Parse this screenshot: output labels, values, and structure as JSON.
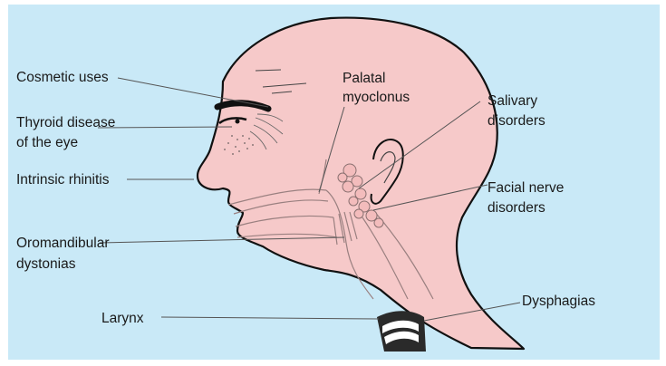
{
  "colors": {
    "background": "#c9e9f7",
    "skin": "#f6c9c9",
    "outline": "#111111",
    "leader_line": "#555555",
    "inner_lines": "#9a8080"
  },
  "labels": {
    "cosmetic_uses": "Cosmetic uses",
    "thyroid_line1": "Thyroid disease",
    "thyroid_line2": "of the eye",
    "intrinsic_rhinitis": "Intrinsic rhinitis",
    "oromandibular_line1": "Oromandibular",
    "oromandibular_line2": "dystonias",
    "larynx": "Larynx",
    "palatal_line1": "Palatal",
    "palatal_line2": "myoclonus",
    "salivary_line1": "Salivary",
    "salivary_line2": "disorders",
    "facial_line1": "Facial nerve",
    "facial_line2": "disorders",
    "dysphagias": "Dysphagias"
  }
}
